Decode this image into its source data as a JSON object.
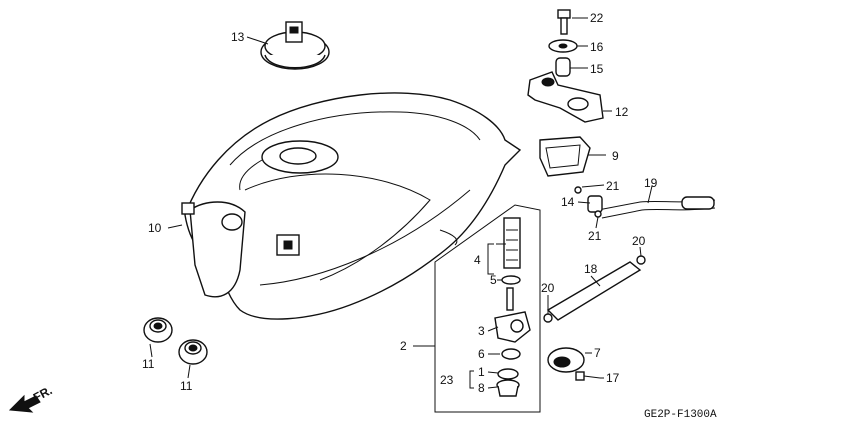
{
  "diagram": {
    "code": "GE2P-F1300A",
    "direction_label": "FR.",
    "callouts": {
      "p1": "1",
      "p2": "2",
      "p3": "3",
      "p4": "4",
      "p5": "5",
      "p6": "6",
      "p7": "7",
      "p8": "8",
      "p9": "9",
      "p10": "10",
      "p11a": "11",
      "p11b": "11",
      "p12": "12",
      "p13": "13",
      "p14": "14",
      "p15": "15",
      "p16": "16",
      "p17": "17",
      "p18": "18",
      "p19": "19",
      "p20a": "20",
      "p20b": "20",
      "p21a": "21",
      "p21b": "21",
      "p22": "22",
      "p23": "23"
    }
  }
}
